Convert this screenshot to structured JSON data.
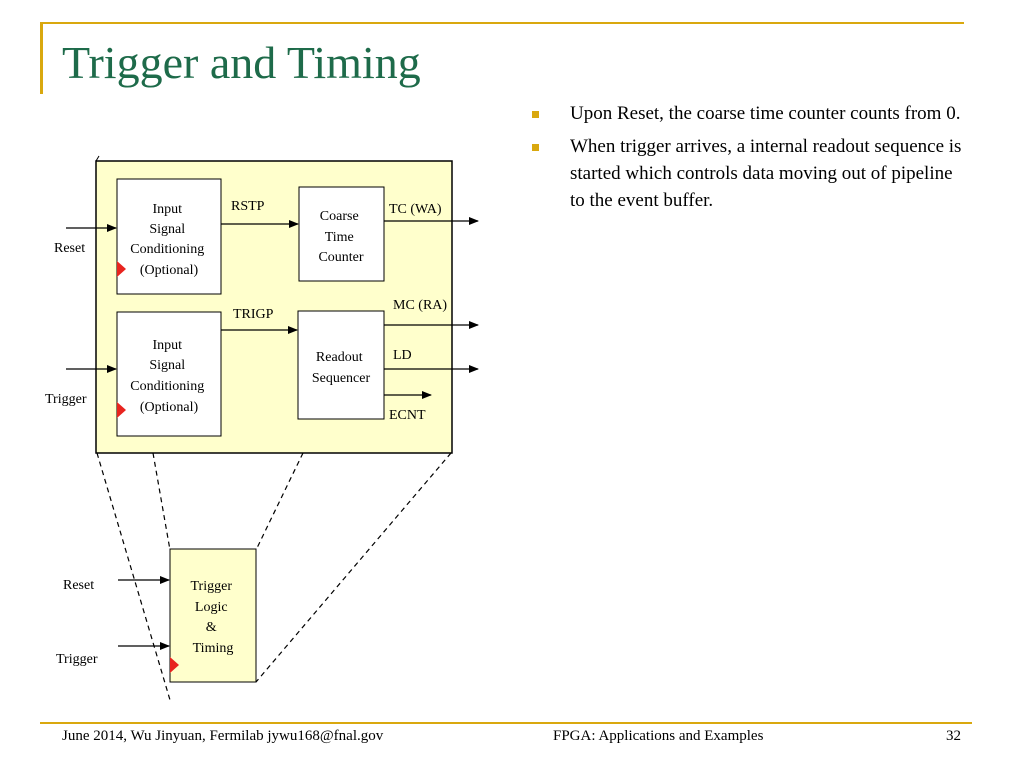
{
  "slide": {
    "title": "Trigger and Timing",
    "bullets": [
      "Upon Reset, the coarse time counter counts from 0.",
      "When trigger arrives, a internal readout sequence is started which controls data moving out of pipeline to the event buffer."
    ]
  },
  "diagram": {
    "input_block_top": [
      "Input",
      "Signal",
      "Conditioning",
      "(Optional)"
    ],
    "input_block_bottom": [
      "Input",
      "Signal",
      "Conditioning",
      "(Optional)"
    ],
    "coarse_time_counter": [
      "Coarse",
      "Time",
      "Counter"
    ],
    "readout_sequencer": [
      "Readout",
      "Sequencer"
    ],
    "trigger_logic": [
      "Trigger",
      "Logic",
      "&",
      "Timing"
    ],
    "labels": {
      "reset": "Reset",
      "trigger": "Trigger",
      "rstp": "RSTP",
      "trigp": "TRIGP",
      "tc": "TC (WA)",
      "mc": "MC (RA)",
      "ld": "LD",
      "ecnt": "ECNT",
      "reset_lower": "Reset",
      "trigger_lower": "Trigger"
    },
    "colors": {
      "panel_fill": "#FFFFCC",
      "clock_marker": "#E8241F"
    }
  },
  "footer": {
    "left": "June 2014, Wu Jinyuan, Fermilab jywu168@fnal.gov",
    "center": "FPGA: Applications and Examples",
    "page": "32"
  },
  "theme": {
    "accent": "#D9A80E",
    "title_color": "#1E6B4A"
  }
}
